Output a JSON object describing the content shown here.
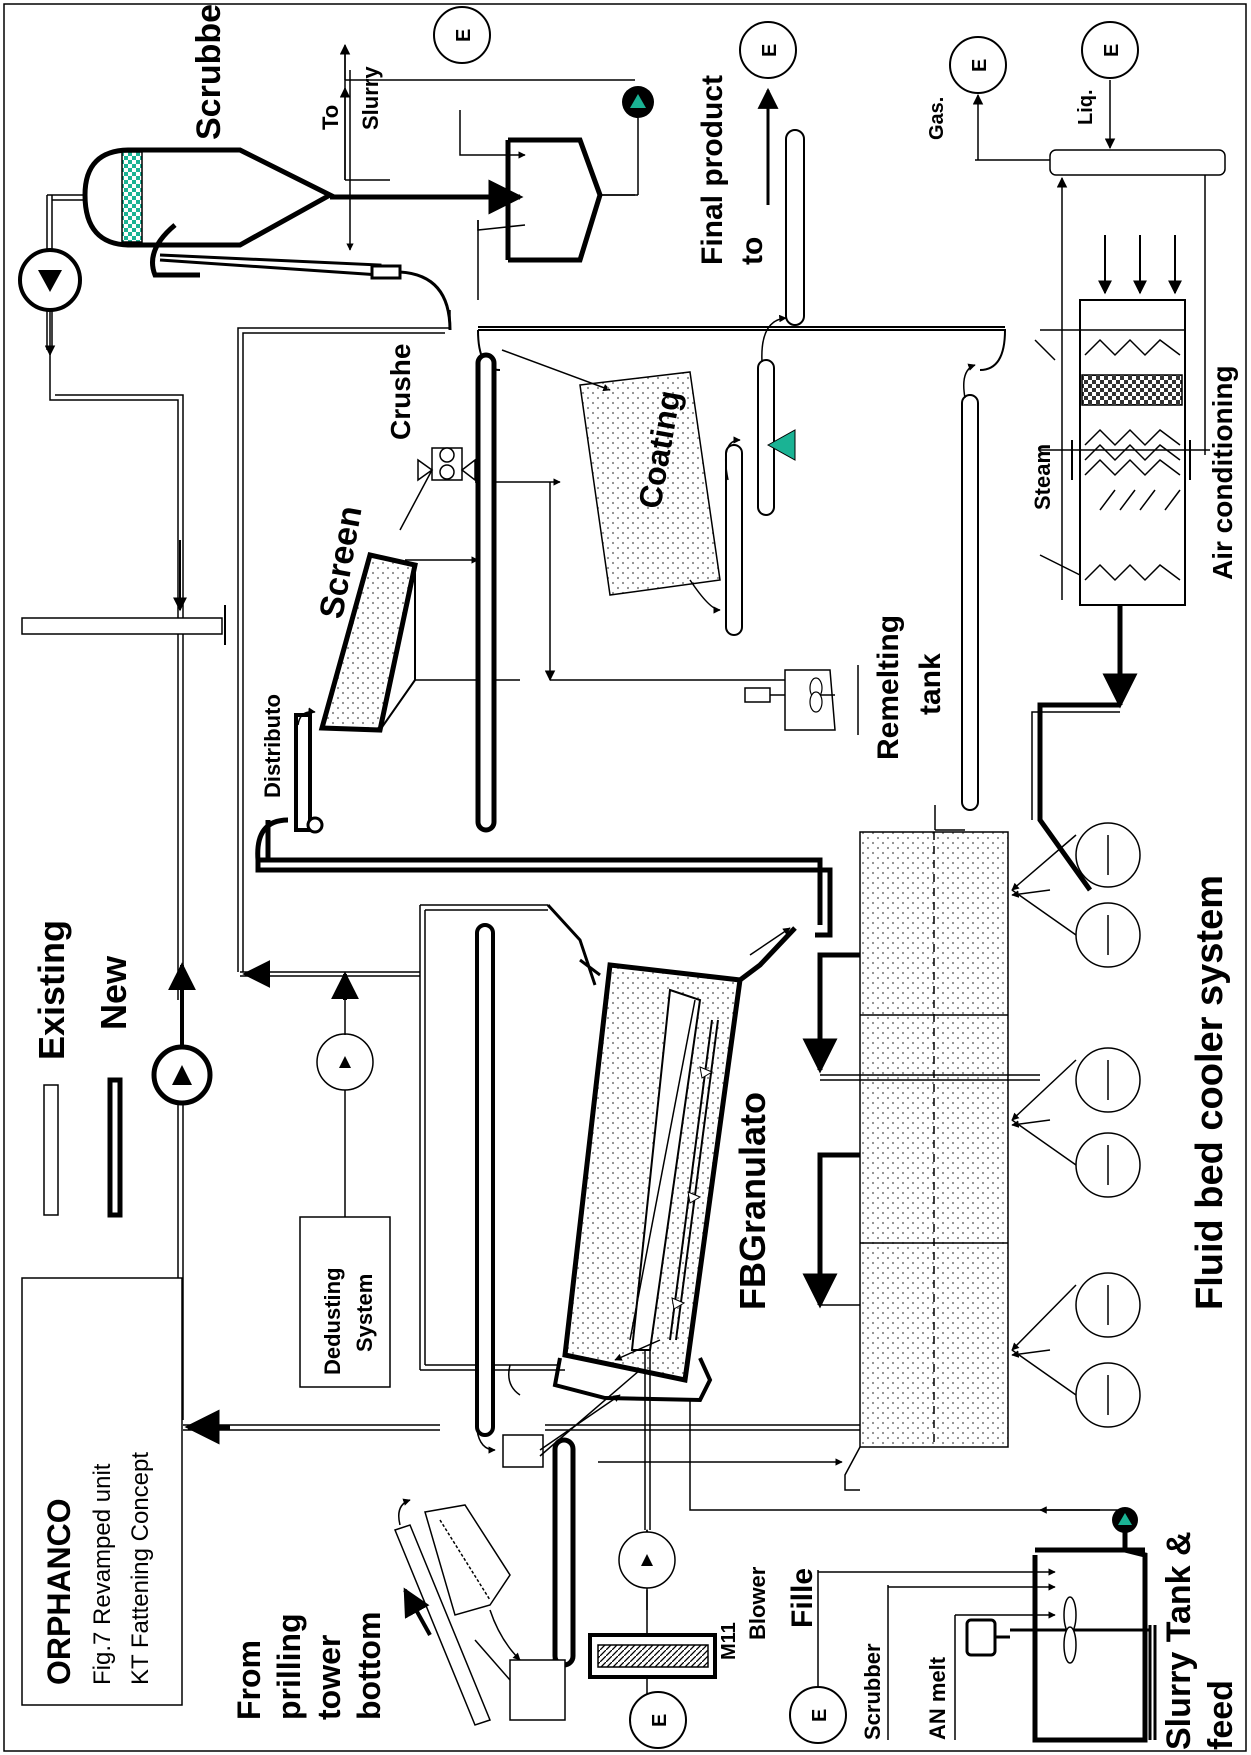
{
  "labels": {
    "scrubber": "Scrubbe",
    "to_slurry_to": "To",
    "to_slurry": "Slurry",
    "final_product": "Final product",
    "final_product_to": "to",
    "gas": "Gas.",
    "liq": "Liq.",
    "e": "E",
    "crusher": "Crushe",
    "screen": "Screen",
    "coating": "Coating",
    "steam": "Steam",
    "air_conditioning": "Air conditioning",
    "remelting": "Remelting",
    "remelting_tank": "tank",
    "distributor": "Distributo",
    "existing": "Existing",
    "new": "New",
    "fluid_bed": "Fluid bed cooler system",
    "fb_granulator": "FBGranulato",
    "dedusting1": "Dedusting",
    "dedusting2": "System",
    "orphanco": "ORPHANCO",
    "fig_title": "Fig.7  Revamped unit",
    "fig_sub": "KT Fattening  Concept",
    "from": "From",
    "prilling": "prilling",
    "tower": "tower",
    "bottom": "bottom",
    "blower": "Blower",
    "m11": "M11",
    "filler": "Fille",
    "scrubber_feed": "Scrubber",
    "an_melt": "AN melt",
    "slurry_tank": "Slurry Tank &",
    "feed": "feed"
  },
  "colors": {
    "line": "#000000",
    "accent": "#1ab394",
    "dots": "#8a8a8a"
  },
  "icons": {
    "pump": "pump-icon",
    "valve": "triangle-valve-icon",
    "energy": "energy-circle-icon",
    "blower": "blower-icon",
    "fan": "fan-icon"
  }
}
